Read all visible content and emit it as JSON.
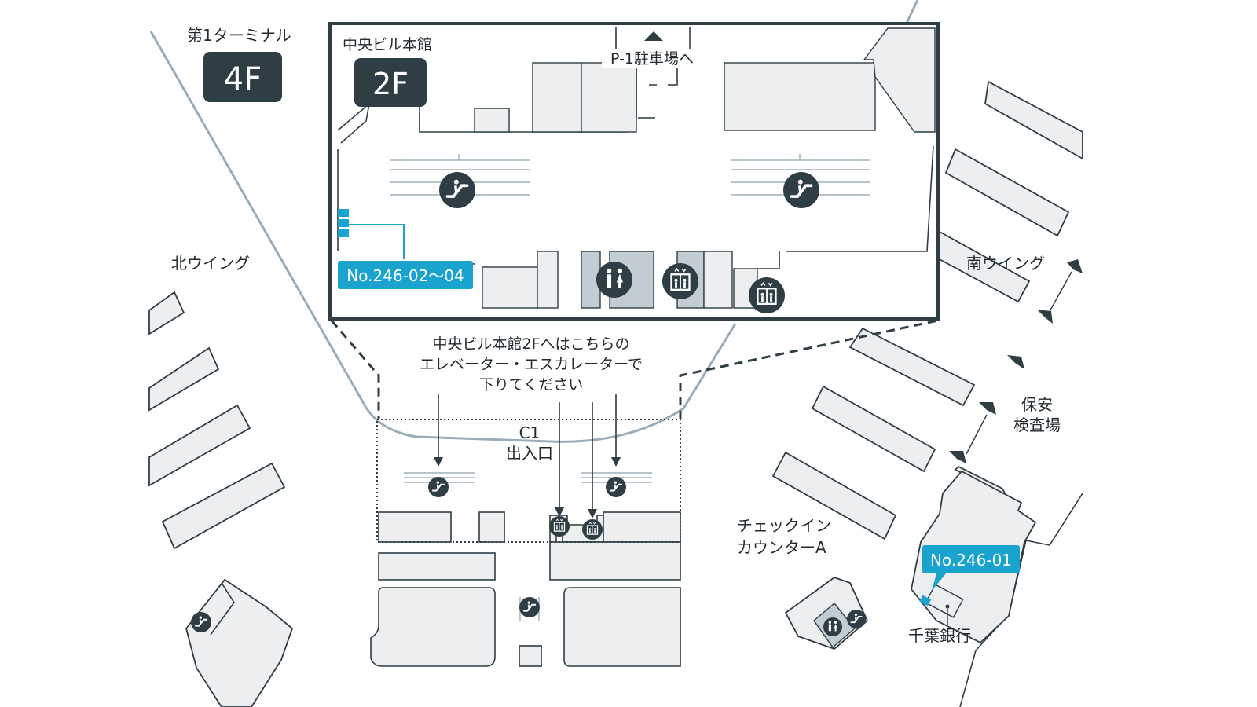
{
  "terminal": {
    "name": "第1ターミナル",
    "floor": "4F"
  },
  "inset": {
    "building": "中央ビル本館",
    "floor": "2F",
    "parking": "P-1駐車場へ"
  },
  "labels": {
    "north_wing": "北ウイング",
    "south_wing": "南ウイング",
    "security": [
      "保安",
      "検査場"
    ],
    "checkin": [
      "チェックイン",
      "カウンターA"
    ],
    "entrance": [
      "C1",
      "出入口"
    ],
    "instruction": [
      "中央ビル本館2Fへはこちらの",
      "エレベーター・エスカレーターで",
      "下りてください"
    ],
    "bank": "千葉銀行"
  },
  "atm_tags": {
    "inset": "No.246-02〜04",
    "main": "No.246-01"
  },
  "colors": {
    "dark": "#2f3d44",
    "accent": "#1aa3cf",
    "floor": "#eceeef",
    "route": "#9aacb8"
  },
  "icons": [
    "escalator-icon",
    "restroom-icon",
    "elevator-icon",
    "up-triangle-icon",
    "direction-arrow-icon"
  ]
}
